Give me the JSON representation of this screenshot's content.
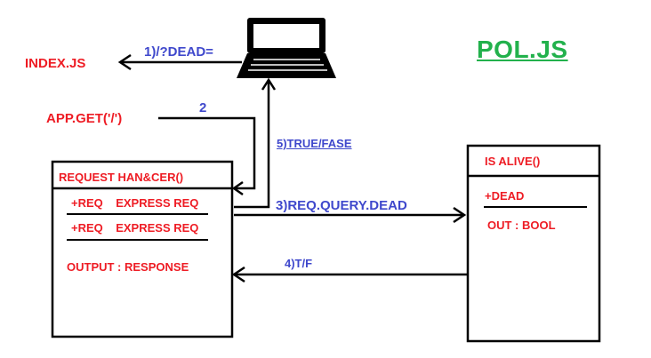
{
  "title": "POL.JS",
  "nodes": {
    "index_js": "INDEX.JS",
    "app_get": "APP.GET('/')"
  },
  "request_handler": {
    "name": "REQUEST HAN&CER()",
    "fields": [
      "+REQ    EXPRESS REQ",
      "+REQ    EXPRESS REQ"
    ],
    "output": "OUTPUT : RESPONSE"
  },
  "is_alive": {
    "name": "IS ALIVE()",
    "field": "+DEAD",
    "output": "OUT : BOOL"
  },
  "arrows": {
    "a1": "1)/?DEAD=",
    "a2": "2",
    "a3": "3)REQ.QUERY.DEAD",
    "a4": "4)T/F",
    "a5": "5)TRUE/FASE"
  },
  "colors": {
    "red": "#ee1c24",
    "blue": "#3f48cc",
    "green": "#22b14c",
    "ink": "#000000"
  }
}
